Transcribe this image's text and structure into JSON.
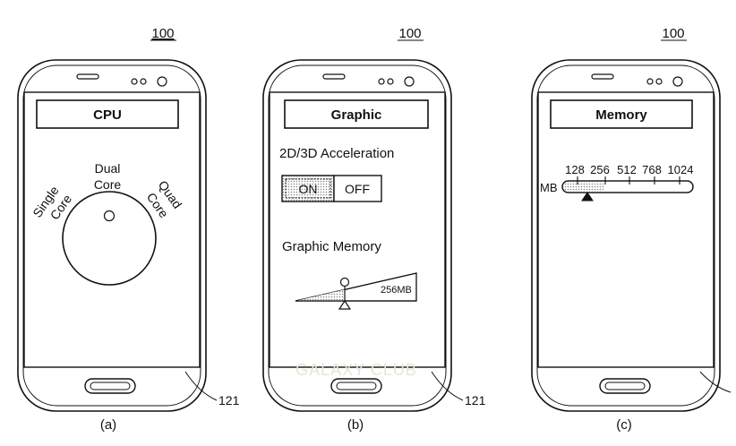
{
  "figure": {
    "ref_number": "100",
    "screen_ref": "121",
    "watermark": "GALAXY CLUB"
  },
  "panel_a": {
    "caption": "(a)",
    "title": "CPU",
    "dial_options": {
      "left": [
        "Single",
        "Core"
      ],
      "top": [
        "Dual",
        "Core"
      ],
      "right": [
        "Quad",
        "Core"
      ]
    }
  },
  "panel_b": {
    "caption": "(b)",
    "title": "Graphic",
    "accel_label": "2D/3D Acceleration",
    "on_label": "ON",
    "off_label": "OFF",
    "accel_state": "ON",
    "memory_label": "Graphic Memory",
    "memory_value": "256MB"
  },
  "panel_c": {
    "caption": "(c)",
    "title": "Memory",
    "unit": "MB",
    "ticks": [
      "128",
      "256",
      "512",
      "768",
      "1024"
    ],
    "selected": "256"
  }
}
